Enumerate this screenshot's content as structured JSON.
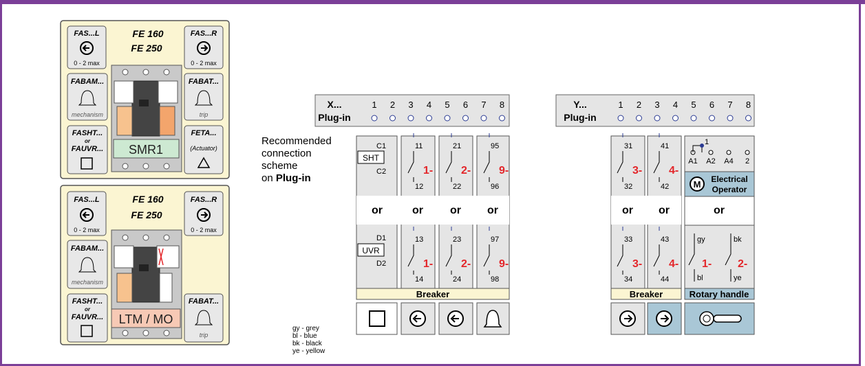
{
  "module1": {
    "model1": "FE 160",
    "model2": "FE 250",
    "fasl_label": "FAS...L",
    "fasl_range": "0 - 2 max",
    "fasr_label": "FAS...R",
    "fasr_range": "0 - 2 max",
    "fabam_label": "FABAM...",
    "fabam_sub": "mechanism",
    "fabat_label": "FABAT...",
    "fabat_sub": "trip",
    "fasht_label": "FASHT...",
    "fasht_or": "or",
    "fauvr_label": "FAUVR...",
    "feta_label": "FETA...",
    "feta_sub": "(Actuator)",
    "center_label": "SMR1"
  },
  "module2": {
    "model1": "FE 160",
    "model2": "FE 250",
    "fasl_label": "FAS...L",
    "fasl_range": "0 - 2 max",
    "fasr_label": "FAS...R",
    "fasr_range": "0 - 2 max",
    "fabam_label": "FABAM...",
    "fabam_sub": "mechanism",
    "fabat_label": "FABAT...",
    "fabat_sub": "trip",
    "fasht_label": "FASHT...",
    "fasht_or": "or",
    "fauvr_label": "FAUVR...",
    "center_label": "LTM / MO"
  },
  "recommended": {
    "line1": "Recommended",
    "line2": "connection",
    "line3": "scheme",
    "line4_pre": "on ",
    "line4_bold": "Plug-in"
  },
  "legend": [
    "gy - grey",
    "bl - blue",
    "bk - black",
    "ye - yellow"
  ],
  "x_block": {
    "title": "X...",
    "subtitle": "Plug-in",
    "pins": [
      "1",
      "2",
      "3",
      "4",
      "5",
      "6",
      "7",
      "8"
    ],
    "sht": "SHT",
    "uvr": "UVR",
    "c1": "C1",
    "c2": "C2",
    "d1": "D1",
    "d2": "D2",
    "top_contacts": [
      [
        "11",
        "12",
        "1-"
      ],
      [
        "21",
        "22",
        "2-"
      ],
      [
        "95",
        "96",
        "9-"
      ]
    ],
    "bottom_contacts": [
      [
        "13",
        "14",
        "1-"
      ],
      [
        "23",
        "24",
        "2-"
      ],
      [
        "97",
        "98",
        "9-"
      ]
    ],
    "or": "or",
    "breaker": "Breaker"
  },
  "y_block": {
    "title": "Y...",
    "subtitle": "Plug-in",
    "pins": [
      "1",
      "2",
      "3",
      "4",
      "5",
      "6",
      "7",
      "8"
    ],
    "top_contacts": [
      [
        "31",
        "32",
        "3-"
      ],
      [
        "41",
        "42",
        "4-"
      ]
    ],
    "bottom_contacts": [
      [
        "33",
        "34",
        "3-"
      ],
      [
        "43",
        "44",
        "4-"
      ]
    ],
    "op_terminals": [
      "A1",
      "A2",
      "A4",
      "2"
    ],
    "op_one": "1",
    "op_m": "M",
    "op_label1": "Electrical",
    "op_label2": "Operator",
    "wire_gy": "gy",
    "wire_bl": "bl",
    "wire_bk": "bk",
    "wire_ye": "ye",
    "rot_num1": "1-",
    "rot_num2": "2-",
    "or": "or",
    "breaker": "Breaker",
    "rotary": "Rotary handle"
  },
  "colors": {
    "frame": "#7b3f98",
    "panel": "#fbf5d2",
    "grey": "#e5e5e5",
    "blue": "#a9c7d6",
    "red": "#e3262a",
    "arrow": "#2a3a92"
  }
}
